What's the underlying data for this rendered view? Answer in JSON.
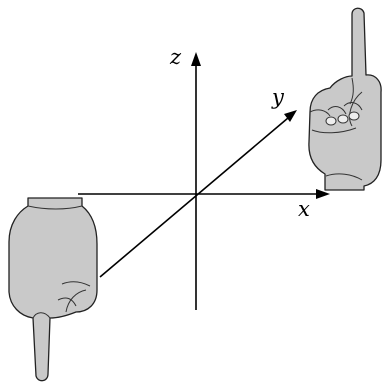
{
  "axes": {
    "x": {
      "label": "x"
    },
    "y": {
      "label": "y"
    },
    "z": {
      "label": "z"
    }
  },
  "colors": {
    "hand_fill": "#c9c9c9",
    "nail_fill": "#eeeeee",
    "line": "#000000",
    "background": "#ffffff"
  },
  "icons": {
    "upper_hand": "hand-pointing-up-icon",
    "lower_hand": "hand-pointing-down-icon"
  }
}
